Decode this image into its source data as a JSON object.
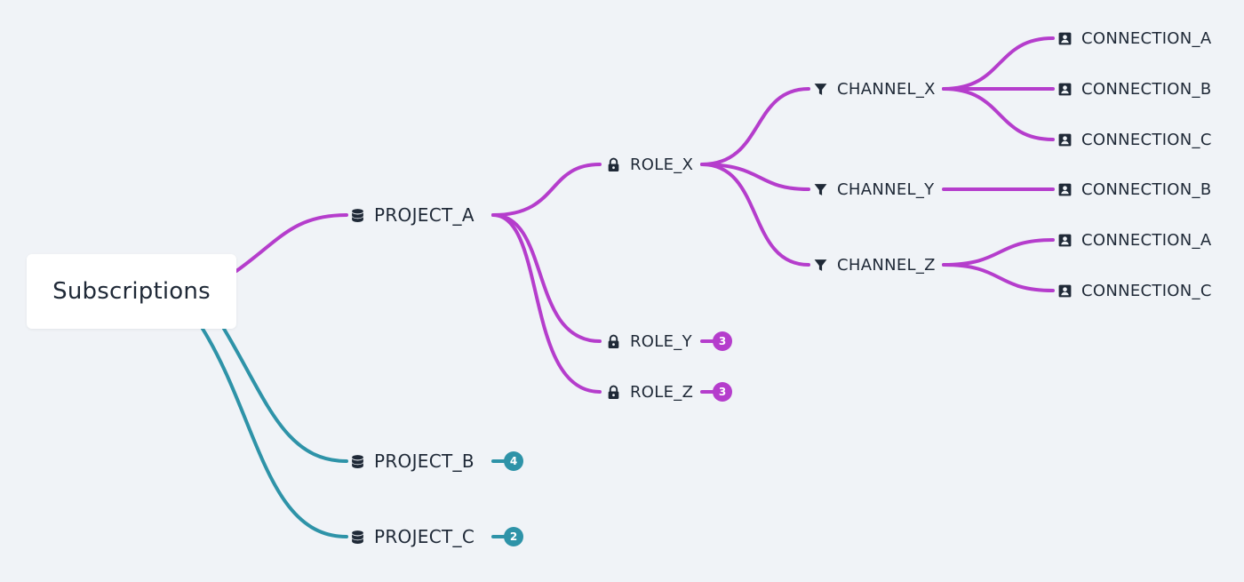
{
  "root": {
    "label": "Subscriptions"
  },
  "colors": {
    "project_a_branch": "#b53dcc",
    "collapsed_branch": "#2e93a8",
    "text": "#1f2937",
    "background": "#f0f3f7"
  },
  "projects": {
    "a": {
      "label": "PROJECT_A",
      "icon": "database-icon"
    },
    "b": {
      "label": "PROJECT_B",
      "icon": "database-icon",
      "count": "4"
    },
    "c": {
      "label": "PROJECT_C",
      "icon": "database-icon",
      "count": "2"
    }
  },
  "roles": {
    "x": {
      "label": "ROLE_X",
      "icon": "lock-icon"
    },
    "y": {
      "label": "ROLE_Y",
      "icon": "lock-icon",
      "count": "3"
    },
    "z": {
      "label": "ROLE_Z",
      "icon": "lock-icon",
      "count": "3"
    }
  },
  "channels": {
    "x": {
      "label": "CHANNEL_X",
      "icon": "filter-icon"
    },
    "y": {
      "label": "CHANNEL_Y",
      "icon": "filter-icon"
    },
    "z": {
      "label": "CHANNEL_Z",
      "icon": "filter-icon"
    }
  },
  "connections": [
    {
      "label": "CONNECTION_A",
      "icon": "contact-card-icon",
      "parent": "CHANNEL_X"
    },
    {
      "label": "CONNECTION_B",
      "icon": "contact-card-icon",
      "parent": "CHANNEL_X"
    },
    {
      "label": "CONNECTION_C",
      "icon": "contact-card-icon",
      "parent": "CHANNEL_X"
    },
    {
      "label": "CONNECTION_B",
      "icon": "contact-card-icon",
      "parent": "CHANNEL_Y"
    },
    {
      "label": "CONNECTION_A",
      "icon": "contact-card-icon",
      "parent": "CHANNEL_Z"
    },
    {
      "label": "CONNECTION_C",
      "icon": "contact-card-icon",
      "parent": "CHANNEL_Z"
    }
  ]
}
